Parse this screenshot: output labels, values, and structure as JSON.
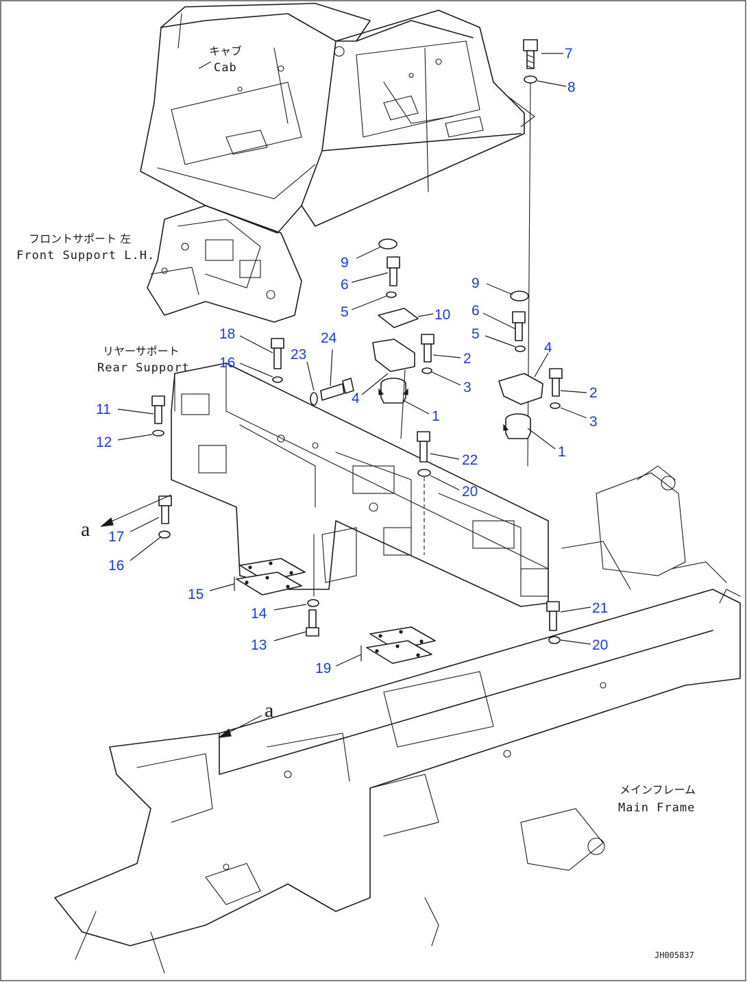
{
  "labels": {
    "cab_jp": "キャブ",
    "cab_en": "Cab",
    "front_support_jp": "フロントサポート 左",
    "front_support_en": "Front Support L.H.",
    "rear_support_jp": "リヤーサポート",
    "rear_support_en": "Rear Support",
    "main_frame_jp": "メインフレーム",
    "main_frame_en": "Main Frame",
    "view_a_1": "a",
    "view_a_2": "a",
    "drawing_code": "JH005837"
  },
  "callouts": {
    "c7": "7",
    "c8": "8",
    "c9a": "9",
    "c6a": "6",
    "c5a": "5",
    "c10": "10",
    "c9b": "9",
    "c6b": "6",
    "c5b": "5",
    "c4b": "4",
    "c2a": "2",
    "c3a": "3",
    "c4a": "4",
    "c1a": "1",
    "c2b": "2",
    "c3b": "3",
    "c1b": "1",
    "c18": "18",
    "c16a": "16",
    "c23": "23",
    "c24": "24",
    "c11": "11",
    "c12": "12",
    "c22": "22",
    "c20a": "20",
    "c17": "17",
    "c16b": "16",
    "c15": "15",
    "c14": "14",
    "c13": "13",
    "c21": "21",
    "c20b": "20",
    "c19": "19"
  },
  "colors": {
    "callout": "#1a3dd6",
    "line": "#1a1a1a",
    "background": "#ffffff"
  }
}
